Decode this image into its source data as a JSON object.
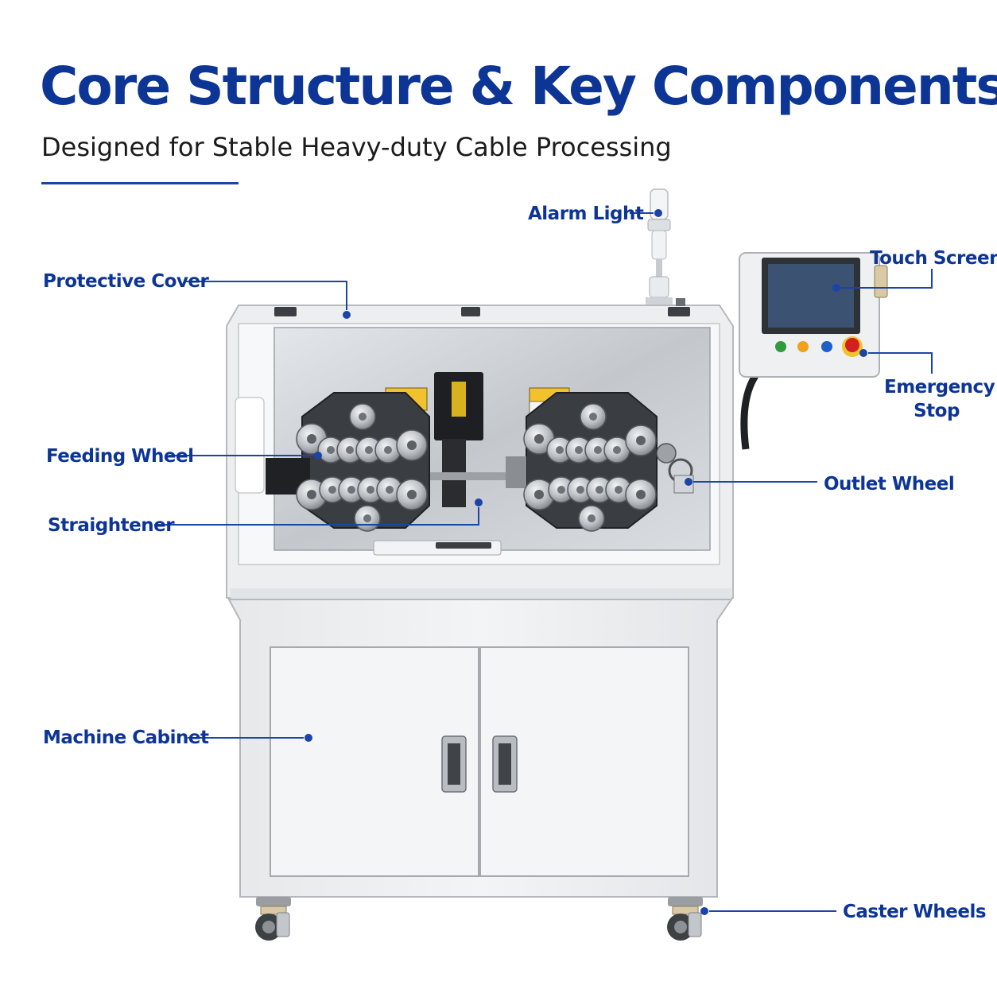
{
  "header": {
    "title": "Core Structure & Key Components",
    "subtitle": "Designed for Stable Heavy-duty Cable Processing"
  },
  "colors": {
    "brand_blue": "#0d3596",
    "leader_blue": "#1c44a8",
    "machine_white": "#eceef0",
    "stainless": "#c9cdd2",
    "emergency_red": "#d31f1f"
  },
  "callouts": {
    "alarm_light": "Alarm Light",
    "protective_cover": "Protective Cover",
    "touch_screen": "Touch Screen",
    "emergency_stop_line1": "Emergency",
    "emergency_stop_line2": "Stop",
    "feeding_wheel": "Feeding Wheel",
    "outlet_wheel": "Outlet Wheel",
    "straightener": "Straightener",
    "machine_cabinet": "Machine Cabinet",
    "caster_wheels": "Caster Wheels"
  }
}
